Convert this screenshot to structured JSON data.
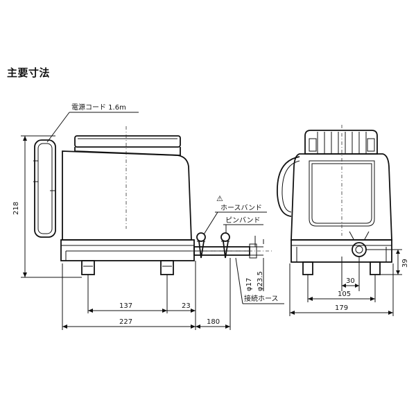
{
  "title": "主要寸法",
  "labels": {
    "power_cord": "電源コード 1.6m",
    "hose_band_warning": "⚠",
    "hose_band": "ホースバンド",
    "pin_band": "ピンバンド",
    "connecting_hose": "接続ホース"
  },
  "dimensions": {
    "height": "218",
    "base_length": "137",
    "base_offset": "23",
    "total_length": "227",
    "hose_length": "180",
    "hose_inner_dia": "φ17",
    "hose_outer_dia": "φ23.5",
    "front_inner": "30",
    "front_foot_span": "105",
    "front_width": "179",
    "outlet_height": "39"
  }
}
